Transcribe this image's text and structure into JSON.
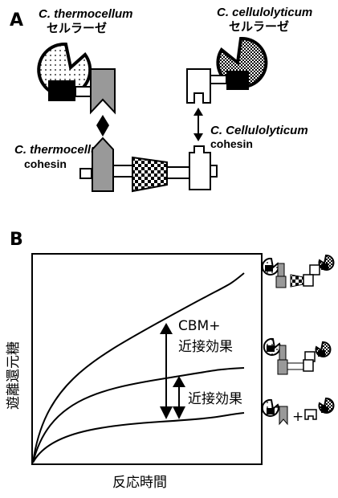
{
  "panel_a": {
    "letter": "A",
    "thermo_species": "C. thermocellum",
    "thermo_cellulase": "セルラーゼ",
    "cellulo_species": "C. cellulolyticum",
    "cellulo_cellulase": "セルラーゼ",
    "cellulo_cohesin_species": "C. Cellulolyticum",
    "cellulo_cohesin_label": "cohesin",
    "thermo_cohesin_species": "C. thermocellum",
    "thermo_cohesin_label": "cohesin"
  },
  "panel_b": {
    "letter": "B",
    "ylabel": "遊離還元糖",
    "xlabel": "反応時間",
    "annotation_upper_line1": "CBM+",
    "annotation_upper_line2": "近接効果",
    "annotation_lower": "近接効果",
    "plus_sign": "+"
  }
}
